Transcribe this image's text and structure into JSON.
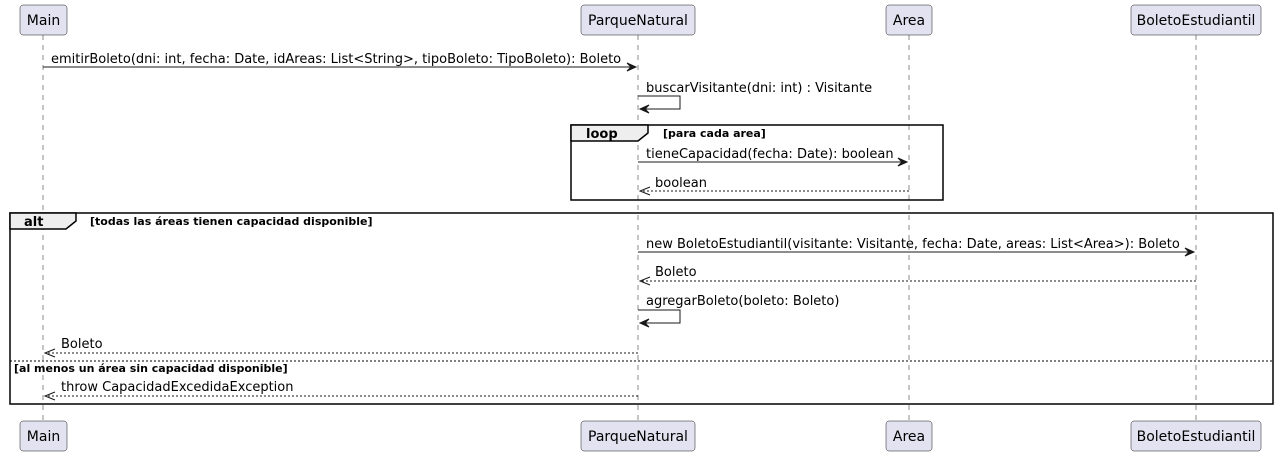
{
  "participants": [
    {
      "id": "main",
      "label": "Main"
    },
    {
      "id": "parque",
      "label": "ParqueNatural"
    },
    {
      "id": "area",
      "label": "Area"
    },
    {
      "id": "boleto",
      "label": "BoletoEstudiantil"
    }
  ],
  "messages": [
    {
      "id": "m1",
      "from": "main",
      "to": "parque",
      "label": "emitirBoleto(dni: int, fecha: Date, idAreas: List<String>, tipoBoleto: TipoBoleto): Boleto",
      "style": "sync"
    },
    {
      "id": "m2",
      "from": "parque",
      "to": "parque",
      "label": "buscarVisitante(dni: int) : Visitante",
      "style": "self"
    },
    {
      "id": "m3",
      "from": "parque",
      "to": "area",
      "label": "tieneCapacidad(fecha: Date): boolean",
      "style": "sync"
    },
    {
      "id": "m4",
      "from": "area",
      "to": "parque",
      "label": "boolean",
      "style": "return"
    },
    {
      "id": "m5",
      "from": "parque",
      "to": "boleto",
      "label": "new BoletoEstudiantil(visitante: Visitante, fecha: Date, areas: List<Area>): Boleto",
      "style": "sync"
    },
    {
      "id": "m6",
      "from": "boleto",
      "to": "parque",
      "label": "Boleto",
      "style": "return"
    },
    {
      "id": "m7",
      "from": "parque",
      "to": "parque",
      "label": "agregarBoleto(boleto: Boleto)",
      "style": "self"
    },
    {
      "id": "m8",
      "from": "parque",
      "to": "main",
      "label": "Boleto",
      "style": "return"
    },
    {
      "id": "m9",
      "from": "parque",
      "to": "main",
      "label": "throw CapacidadExcedidaException",
      "style": "return"
    }
  ],
  "fragments": {
    "loop": {
      "keyword": "loop",
      "guard": "[para cada area]"
    },
    "alt": {
      "keyword": "alt",
      "guard": "[todas las áreas tienen capacidad disponible]",
      "else_guard": "[al menos un área sin capacidad disponible]"
    }
  },
  "colors": {
    "participant_fill": "#E2E2F0",
    "line": "#181818",
    "frame_tab": "#EEEEEE"
  }
}
